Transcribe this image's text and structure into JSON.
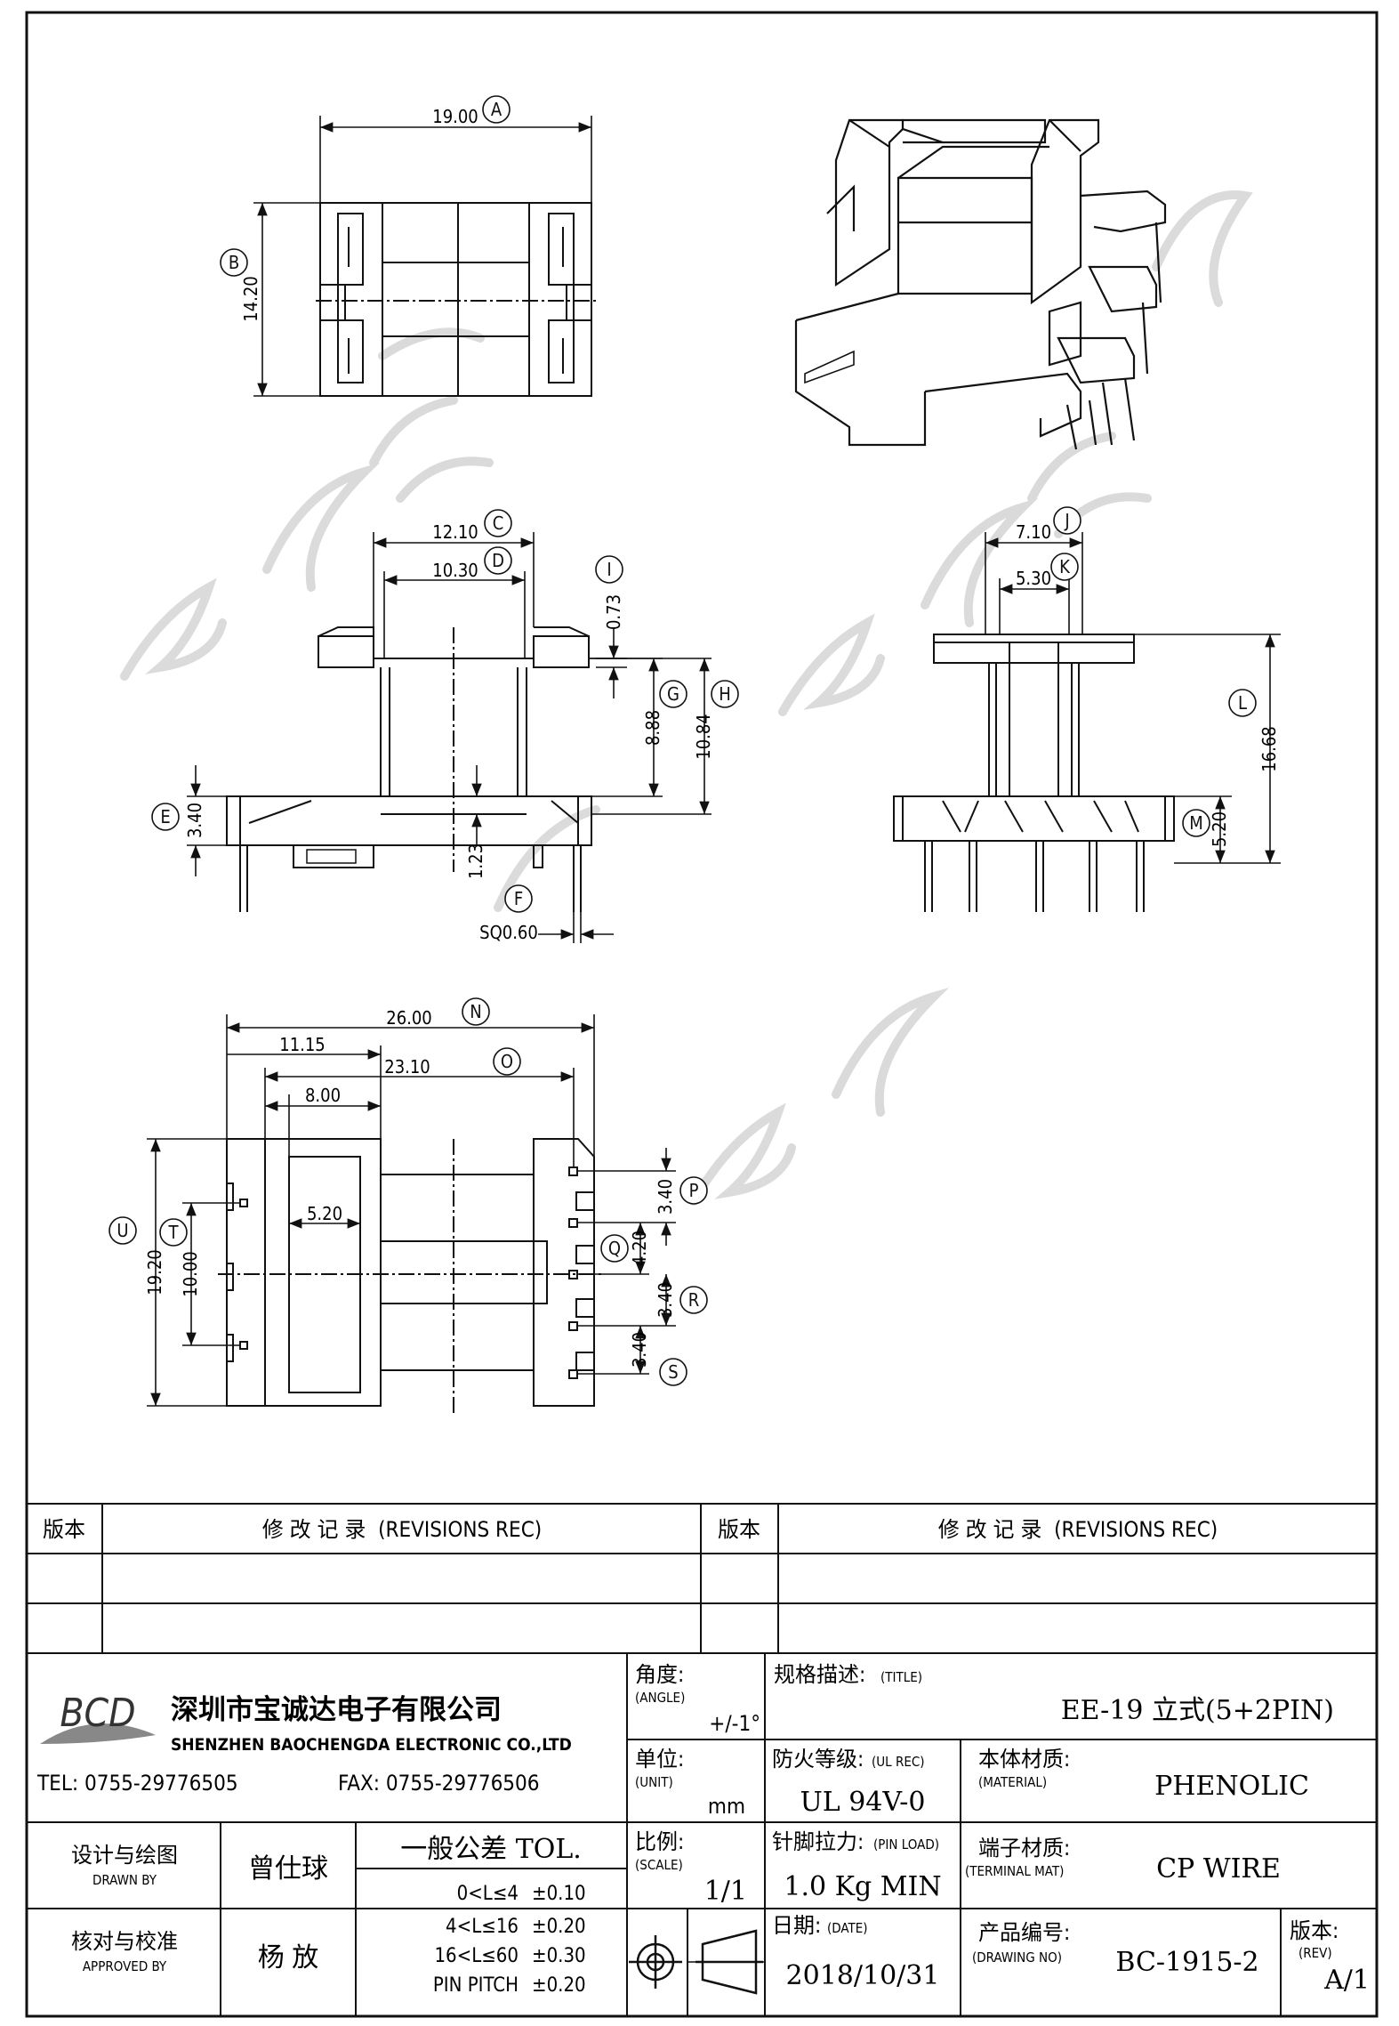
{
  "dimensions": {
    "top_width": "19.00",
    "top_height": "14.20",
    "front_c": "12.10",
    "front_d": "10.30",
    "front_i": "0.73",
    "front_g": "8.88",
    "front_h": "10.84",
    "front_e": "3.40",
    "front_1_23": "1.23",
    "front_f": "SQ0.60",
    "side_j": "7.10",
    "side_k": "5.30",
    "side_l": "16.68",
    "side_m": "5.20",
    "bottom_n": "26.00",
    "bottom_11_15": "11.15",
    "bottom_o": "23.10",
    "bottom_8_00": "8.00",
    "bottom_5_20": "5.20",
    "bottom_u": "19.20",
    "bottom_t": "10.00",
    "bottom_p": "3.40",
    "bottom_q": "4.20",
    "bottom_r": "3.40",
    "bottom_s": "3.40"
  },
  "balloons": [
    "A",
    "B",
    "C",
    "D",
    "I",
    "G",
    "H",
    "E",
    "F",
    "J",
    "K",
    "L",
    "M",
    "N",
    "O",
    "P",
    "Q",
    "R",
    "S",
    "T",
    "U"
  ],
  "revision_table": {
    "col_rev": "版本",
    "col_rec": "修 改 记 录  (REVISIONS REC)"
  },
  "company": {
    "logo_text": "BCD",
    "name_cn": "深圳市宝诚达电子有限公司",
    "name_en": "SHENZHEN BAOCHENGDA ELECTRONIC CO.,LTD",
    "tel": "TEL: 0755-29776505",
    "fax": "FAX: 0755-29776506"
  },
  "title_block": {
    "angle_label": "角度:",
    "angle_label_en": "(ANGLE)",
    "angle_value": "+/-1°",
    "title_label": "规格描述:",
    "title_label_en": "(TITLE)",
    "title_value": "EE-19 立式(5+2PIN)",
    "unit_label": "单位:",
    "unit_label_en": "(UNIT)",
    "unit_value": "mm",
    "ul_label": "防火等级:",
    "ul_label_en": "(UL REC)",
    "ul_value": "UL 94V-0",
    "material_label": "本体材质:",
    "material_label_en": "(MATERIAL)",
    "material_value": "PHENOLIC",
    "drawn_label": "设计与绘图",
    "drawn_label_en": "DRAWN BY",
    "drawn_value": "曾仕球",
    "tol_title": "一般公差 TOL.",
    "tol_rows": [
      {
        "range": "0<L≤4",
        "value": "±0.10"
      },
      {
        "range": "4<L≤16",
        "value": "±0.20"
      },
      {
        "range": "16<L≤60",
        "value": "±0.30"
      },
      {
        "range": "PIN PITCH",
        "value": "±0.20"
      }
    ],
    "scale_label": "比例:",
    "scale_label_en": "(SCALE)",
    "scale_value": "1/1",
    "pinload_label": "针脚拉力:",
    "pinload_label_en": "(PIN LOAD)",
    "pinload_value": "1.0 Kg MIN",
    "terminal_label": "端子材质:",
    "terminal_label_en": "(TERMINAL MAT)",
    "terminal_value": "CP WIRE",
    "approved_label": "核对与校准",
    "approved_label_en": "APPROVED BY",
    "approved_value": "杨 放",
    "date_label": "日期:",
    "date_label_en": "(DATE)",
    "date_value": "2018/10/31",
    "drawing_no_label": "产品编号:",
    "drawing_no_label_en": "(DRAWING NO)",
    "drawing_no_value": "BC-1915-2",
    "rev_label": "版本:",
    "rev_label_en": "(REV)",
    "rev_value": "A/1"
  },
  "colors": {
    "line": "#1a1a1a",
    "watermark": "#cfcfcf",
    "background": "#ffffff"
  }
}
